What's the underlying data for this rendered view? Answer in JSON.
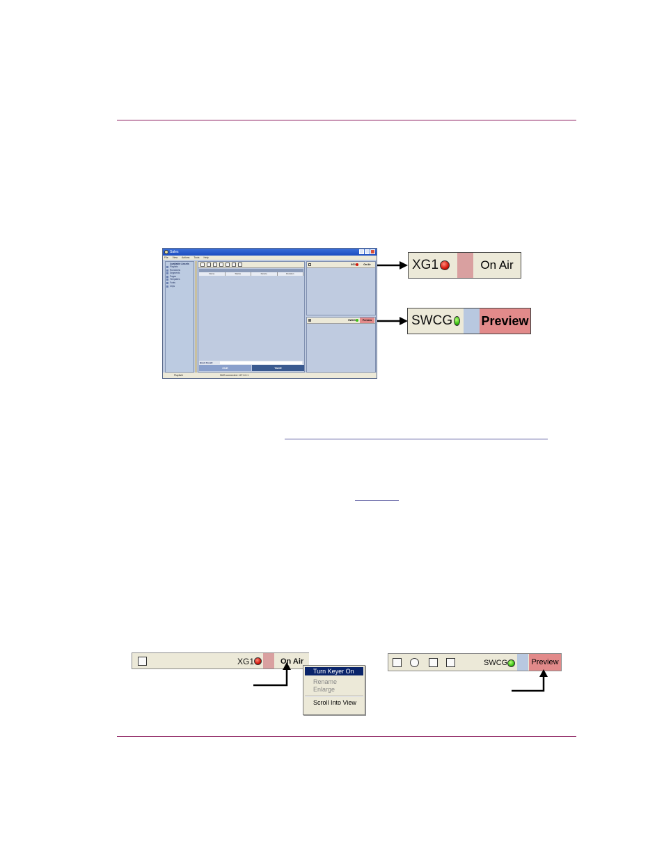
{
  "app_window": {
    "title": "Sales",
    "menu": [
      "File",
      "View",
      "Actions",
      "Tools",
      "Help"
    ],
    "assets_header": "Available Assets",
    "assets": [
      "Playlists",
      "Rundowns",
      "Segments",
      "Pages",
      "Templates",
      "Fonts",
      "Clips"
    ],
    "columns": [
      "Name",
      "Status",
      "Device",
      "Duration"
    ],
    "quick_recall_label": "Quick Recall:",
    "cue_label": "CUE",
    "take_label": "TAKE",
    "status_playlist": "Playlist1",
    "status_connection": "SMS connected: 127.0.0.1",
    "xg1_name": "XG1",
    "xg1_state": "On Air",
    "swcg_name": "SWCG",
    "swcg_state": "Preview"
  },
  "callout_top": {
    "name": "XG1",
    "state": "On Air"
  },
  "callout_bottom": {
    "name": "SWCG",
    "state": "Preview"
  },
  "strip_left": {
    "name": "XG1",
    "state": "On Air"
  },
  "context_menu": {
    "items": [
      "Turn Keyer On",
      "Rename",
      "Enlarge",
      "Scroll Into View"
    ]
  },
  "strip_right": {
    "name": "SWCG",
    "state": "Preview"
  },
  "colors": {
    "rule": "#8a1a5c",
    "on_air_pink": "#d9a0a0",
    "preview_red": "#e28a8a",
    "preview_blue": "#b8c8e0"
  }
}
